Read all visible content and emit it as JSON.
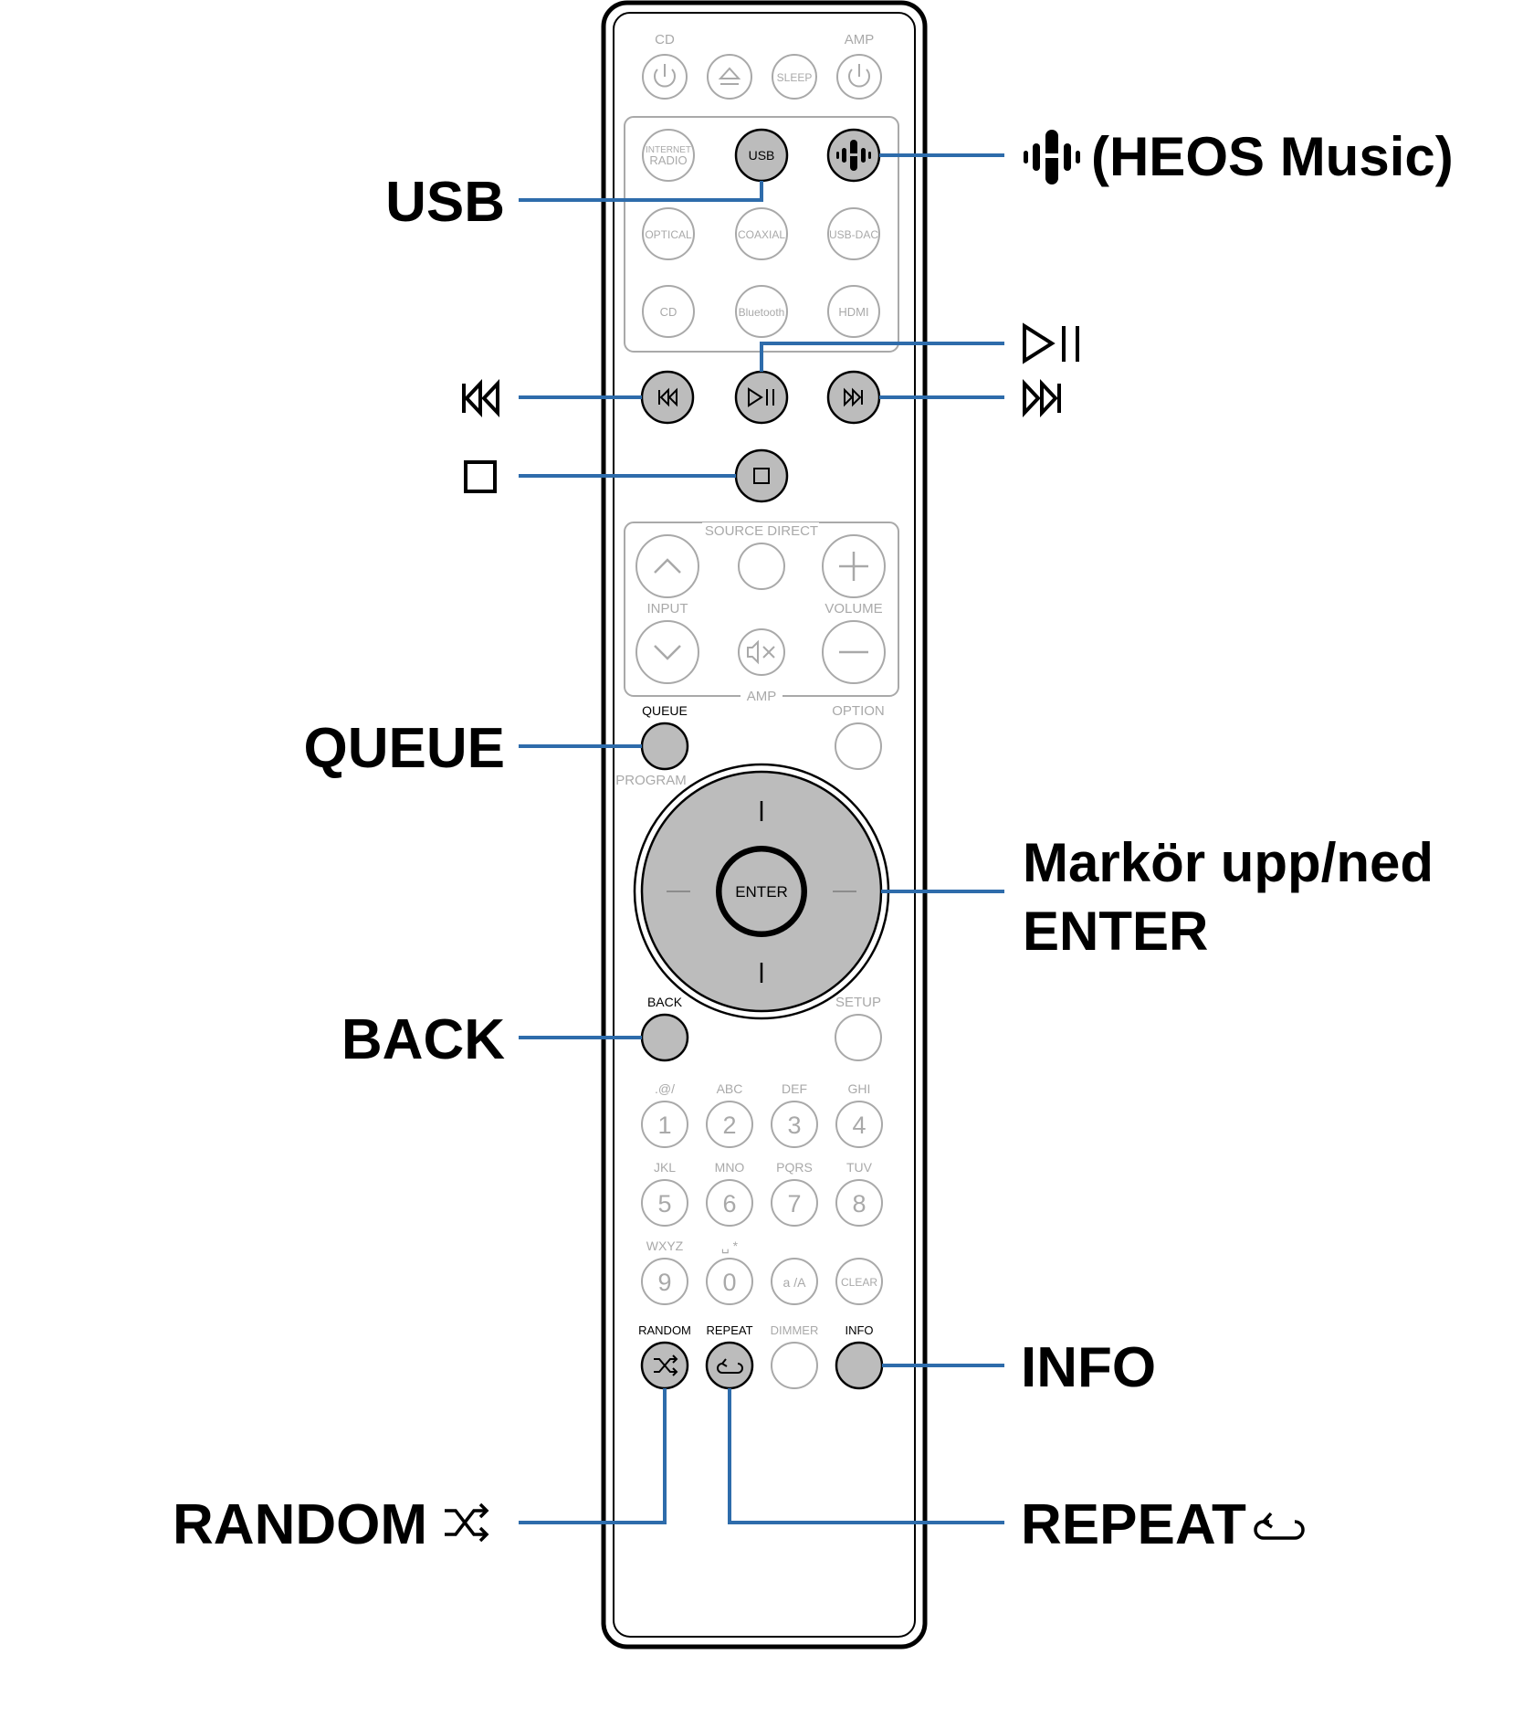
{
  "remote": {
    "top": {
      "cd": "CD",
      "amp": "AMP",
      "sleep": "SLEEP"
    },
    "sources": {
      "internet_radio_line1": "INTERNET",
      "internet_radio_line2": "RADIO",
      "usb": "USB",
      "optical": "OPTICAL",
      "coaxial": "COAXIAL",
      "usb_dac": "USB-DAC",
      "cd": "CD",
      "bluetooth": "Bluetooth",
      "hdmi": "HDMI"
    },
    "panel": {
      "source_direct": "SOURCE DIRECT",
      "input": "INPUT",
      "volume": "VOLUME",
      "amp": "AMP"
    },
    "queue": "QUEUE",
    "option": "OPTION",
    "program": "PROGRAM",
    "enter": "ENTER",
    "back": "BACK",
    "setup": "SETUP",
    "keypad": {
      "letters": [
        ".@/",
        "ABC",
        "DEF",
        "GHI",
        "JKL",
        "MNO",
        "PQRS",
        "TUV",
        "WXYZ",
        "␣ *",
        "",
        ""
      ],
      "keys": [
        "1",
        "2",
        "3",
        "4",
        "5",
        "6",
        "7",
        "8",
        "9",
        "0",
        "a /A",
        "CLEAR"
      ]
    },
    "bottom": {
      "random": "RANDOM",
      "repeat": "REPEAT",
      "dimmer": "DIMMER",
      "info": "INFO"
    }
  },
  "callouts": {
    "usb": "USB",
    "heos": "(HEOS Music)",
    "queue": "QUEUE",
    "cursor": "Markör upp/ned",
    "enter": "ENTER",
    "back": "BACK",
    "info": "INFO",
    "random": "RANDOM",
    "repeat": "REPEAT"
  },
  "colors": {
    "leader_line": "#2e6cab",
    "button_active": "#bcbcbc",
    "button_faint": "#a9a9a9"
  }
}
